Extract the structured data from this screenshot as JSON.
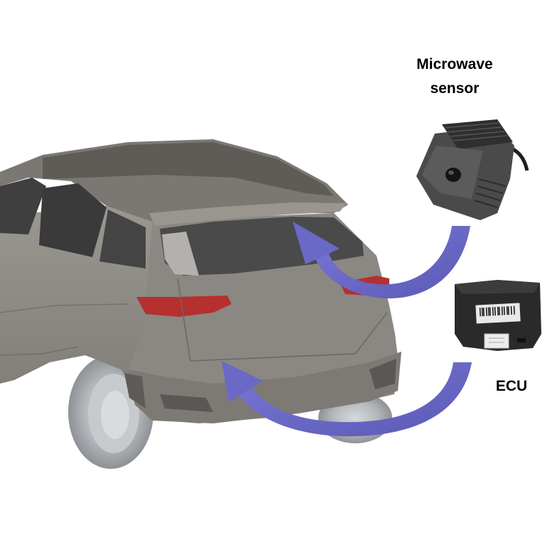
{
  "labels": {
    "sensor_line1": "Microwave",
    "sensor_line2": "sensor",
    "ecu": "ECU"
  },
  "colors": {
    "background": "#ffffff",
    "car_body": "#8e8a84",
    "car_body_dark": "#6f6b66",
    "roof": "#5f5c58",
    "glass": "#4a4a4a",
    "tail_light": "#b5302f",
    "tire": "#b9bcc0",
    "arrow": "#6a69c6",
    "device_dark": "#2a2a2a"
  },
  "icons": {
    "car": "car-rear-illustration",
    "sensor": "microwave-sensor-device",
    "ecu": "ecu-module",
    "arrow_sensor": "curved-arrow-to-rear-window",
    "arrow_ecu": "curved-arrow-to-bumper"
  }
}
